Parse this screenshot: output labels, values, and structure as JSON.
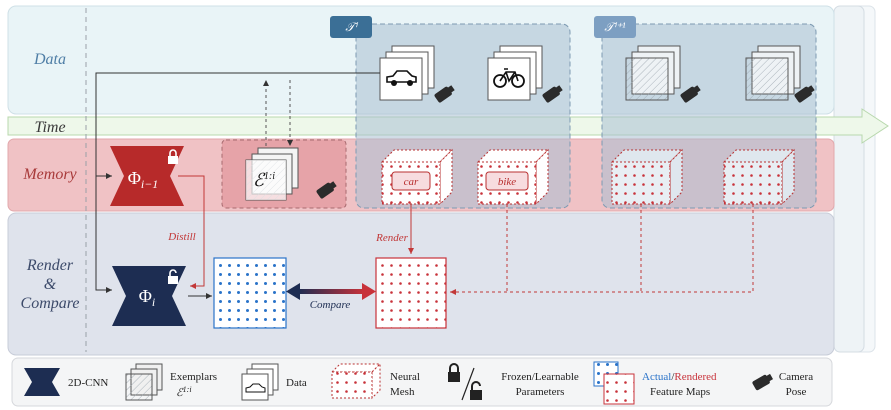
{
  "bands": {
    "data": "Data",
    "time": "Time",
    "memory": "Memory",
    "render_line1": "Render",
    "render_line2": "&",
    "render_line3": "Compare"
  },
  "tasks": {
    "current": "𝒯ⁱ",
    "next": "𝒯ⁱ⁺¹"
  },
  "nodes": {
    "prev_model": "Φ",
    "prev_model_sub": "i−1",
    "cur_model": "Φ",
    "cur_model_sub": "i",
    "exemplars": "ℰ",
    "exemplars_sup": "1:i",
    "mesh_car": "car",
    "mesh_bike": "bike"
  },
  "edges": {
    "distill": "Distill",
    "render": "Render",
    "compare": "Compare"
  },
  "legend": {
    "cnn": "2D-CNN",
    "exemplars_line1": "Exemplars",
    "exemplars_line2": "ℰ",
    "exemplars_sup": "1:i",
    "data": "Data",
    "mesh_line1": "Neural",
    "mesh_line2": "Mesh",
    "frozen_line1": "Frozen/Learnable",
    "frozen_line2": "Parameters",
    "actual": "Actual",
    "slash": "/",
    "rendered": "Rendered",
    "feature_maps": "Feature Maps",
    "camera_line1": "Camera",
    "camera_line2": "Pose"
  },
  "colors": {
    "data_band": "#e9f4f7",
    "memory_band": "#f0c2c5",
    "render_band": "#dfe3ec",
    "task_box": "#aac0d2",
    "model_navy": "#1d2d52",
    "model_red": "#b72a2a",
    "actual_blue": "#2a73c9",
    "rendered_red": "#c8323a"
  }
}
